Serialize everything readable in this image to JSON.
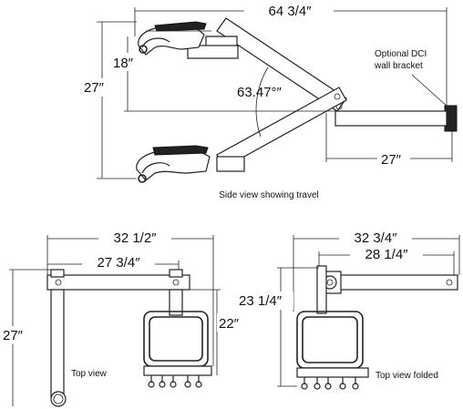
{
  "dimensions": {
    "side_overall_width": "64 3/4″",
    "side_mount_height": "18″",
    "side_total_height": "27″",
    "side_angle": "63.47°″",
    "side_bracket_depth": "27″",
    "top_overall_width": "32 1/2″",
    "top_arm_width": "27 3/4″",
    "top_reach": "27″",
    "top_monitor_depth": "22″",
    "folded_overall_width": "32 3/4″",
    "folded_arm_width": "28 1/4″",
    "folded_depth": "23 1/4″"
  },
  "captions": {
    "optional_bracket_line1": "Optional DCI",
    "optional_bracket_line2": "wall bracket",
    "side_view": "Side view showing travel",
    "top_view": "Top view",
    "top_view_folded": "Top view folded"
  }
}
